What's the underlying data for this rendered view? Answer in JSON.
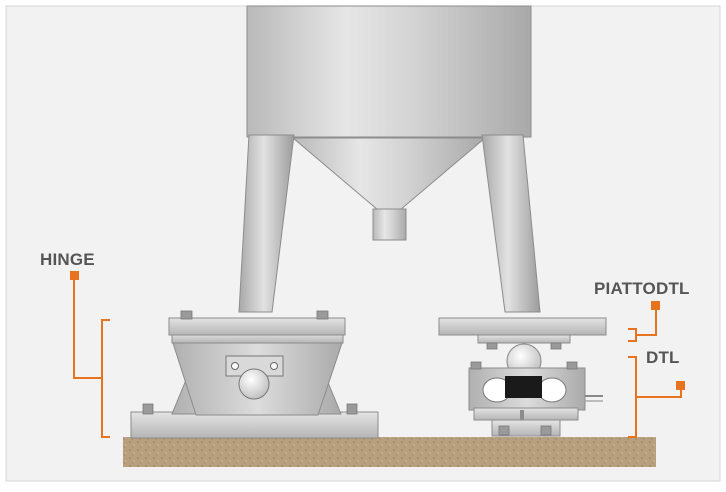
{
  "labels": {
    "hinge": "HINGE",
    "piattodtl": "PIATTODTL",
    "dtl": "DTL"
  },
  "colors": {
    "background": "#f2f2f2",
    "accent": "#e8731f",
    "label_text": "#555555",
    "ground": "#b8a07e",
    "steel": "#c6c6c6",
    "black_block": "#1a1a1a"
  },
  "icons": {
    "hinge_marker": "square-marker",
    "piattodtl_marker": "square-marker",
    "dtl_marker": "square-marker"
  }
}
